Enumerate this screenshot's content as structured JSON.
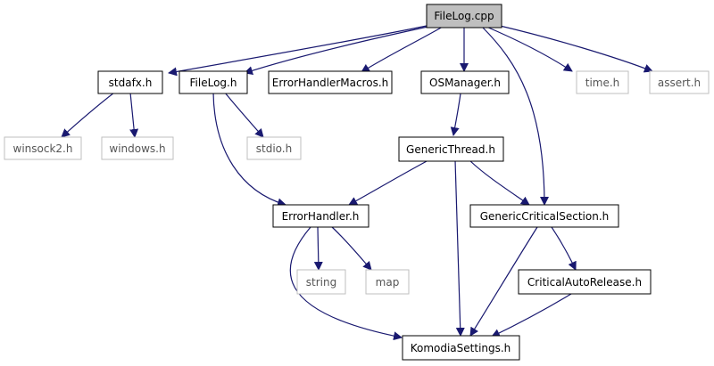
{
  "nodes": {
    "filelog_cpp": {
      "label": "FileLog.cpp",
      "fill": "#bfbfbf",
      "stroke": "#000000",
      "text_color": "#000000"
    },
    "stdafx_h": {
      "label": "stdafx.h",
      "fill": "#ffffff",
      "stroke": "#000000",
      "text_color": "#000000"
    },
    "filelog_h": {
      "label": "FileLog.h",
      "fill": "#ffffff",
      "stroke": "#000000",
      "text_color": "#000000"
    },
    "errorhandlermacros_h": {
      "label": "ErrorHandlerMacros.h",
      "fill": "#ffffff",
      "stroke": "#000000",
      "text_color": "#000000"
    },
    "osmanager_h": {
      "label": "OSManager.h",
      "fill": "#ffffff",
      "stroke": "#000000",
      "text_color": "#000000"
    },
    "time_h": {
      "label": "time.h",
      "fill": "#ffffff",
      "stroke": "#bfbfbf",
      "text_color": "#555555"
    },
    "assert_h": {
      "label": "assert.h",
      "fill": "#ffffff",
      "stroke": "#bfbfbf",
      "text_color": "#555555"
    },
    "winsock2_h": {
      "label": "winsock2.h",
      "fill": "#ffffff",
      "stroke": "#bfbfbf",
      "text_color": "#555555"
    },
    "windows_h": {
      "label": "windows.h",
      "fill": "#ffffff",
      "stroke": "#bfbfbf",
      "text_color": "#555555"
    },
    "stdio_h": {
      "label": "stdio.h",
      "fill": "#ffffff",
      "stroke": "#bfbfbf",
      "text_color": "#555555"
    },
    "genericthread_h": {
      "label": "GenericThread.h",
      "fill": "#ffffff",
      "stroke": "#000000",
      "text_color": "#000000"
    },
    "errorhandler_h": {
      "label": "ErrorHandler.h",
      "fill": "#ffffff",
      "stroke": "#000000",
      "text_color": "#000000"
    },
    "genericcriticalsection_h": {
      "label": "GenericCriticalSection.h",
      "fill": "#ffffff",
      "stroke": "#000000",
      "text_color": "#000000"
    },
    "string": {
      "label": "string",
      "fill": "#ffffff",
      "stroke": "#bfbfbf",
      "text_color": "#555555"
    },
    "map": {
      "label": "map",
      "fill": "#ffffff",
      "stroke": "#bfbfbf",
      "text_color": "#555555"
    },
    "criticalautorelease_h": {
      "label": "CriticalAutoRelease.h",
      "fill": "#ffffff",
      "stroke": "#000000",
      "text_color": "#000000"
    },
    "komodiasettings_h": {
      "label": "KomodiaSettings.h",
      "fill": "#ffffff",
      "stroke": "#000000",
      "text_color": "#000000"
    }
  },
  "edge_color": "#191970",
  "edges": [
    {
      "from": "filelog_cpp",
      "to": "stdafx_h"
    },
    {
      "from": "filelog_cpp",
      "to": "filelog_h"
    },
    {
      "from": "filelog_cpp",
      "to": "errorhandlermacros_h"
    },
    {
      "from": "filelog_cpp",
      "to": "osmanager_h"
    },
    {
      "from": "filelog_cpp",
      "to": "genericcriticalsection_h"
    },
    {
      "from": "filelog_cpp",
      "to": "time_h"
    },
    {
      "from": "filelog_cpp",
      "to": "assert_h"
    },
    {
      "from": "stdafx_h",
      "to": "winsock2_h"
    },
    {
      "from": "stdafx_h",
      "to": "windows_h"
    },
    {
      "from": "filelog_h",
      "to": "stdio_h"
    },
    {
      "from": "filelog_h",
      "to": "errorhandler_h"
    },
    {
      "from": "osmanager_h",
      "to": "genericthread_h"
    },
    {
      "from": "genericthread_h",
      "to": "errorhandler_h"
    },
    {
      "from": "genericthread_h",
      "to": "genericcriticalsection_h"
    },
    {
      "from": "genericthread_h",
      "to": "komodiasettings_h"
    },
    {
      "from": "errorhandler_h",
      "to": "string"
    },
    {
      "from": "errorhandler_h",
      "to": "map"
    },
    {
      "from": "errorhandler_h",
      "to": "komodiasettings_h"
    },
    {
      "from": "genericcriticalsection_h",
      "to": "criticalautorelease_h"
    },
    {
      "from": "genericcriticalsection_h",
      "to": "komodiasettings_h"
    },
    {
      "from": "criticalautorelease_h",
      "to": "komodiasettings_h"
    }
  ]
}
